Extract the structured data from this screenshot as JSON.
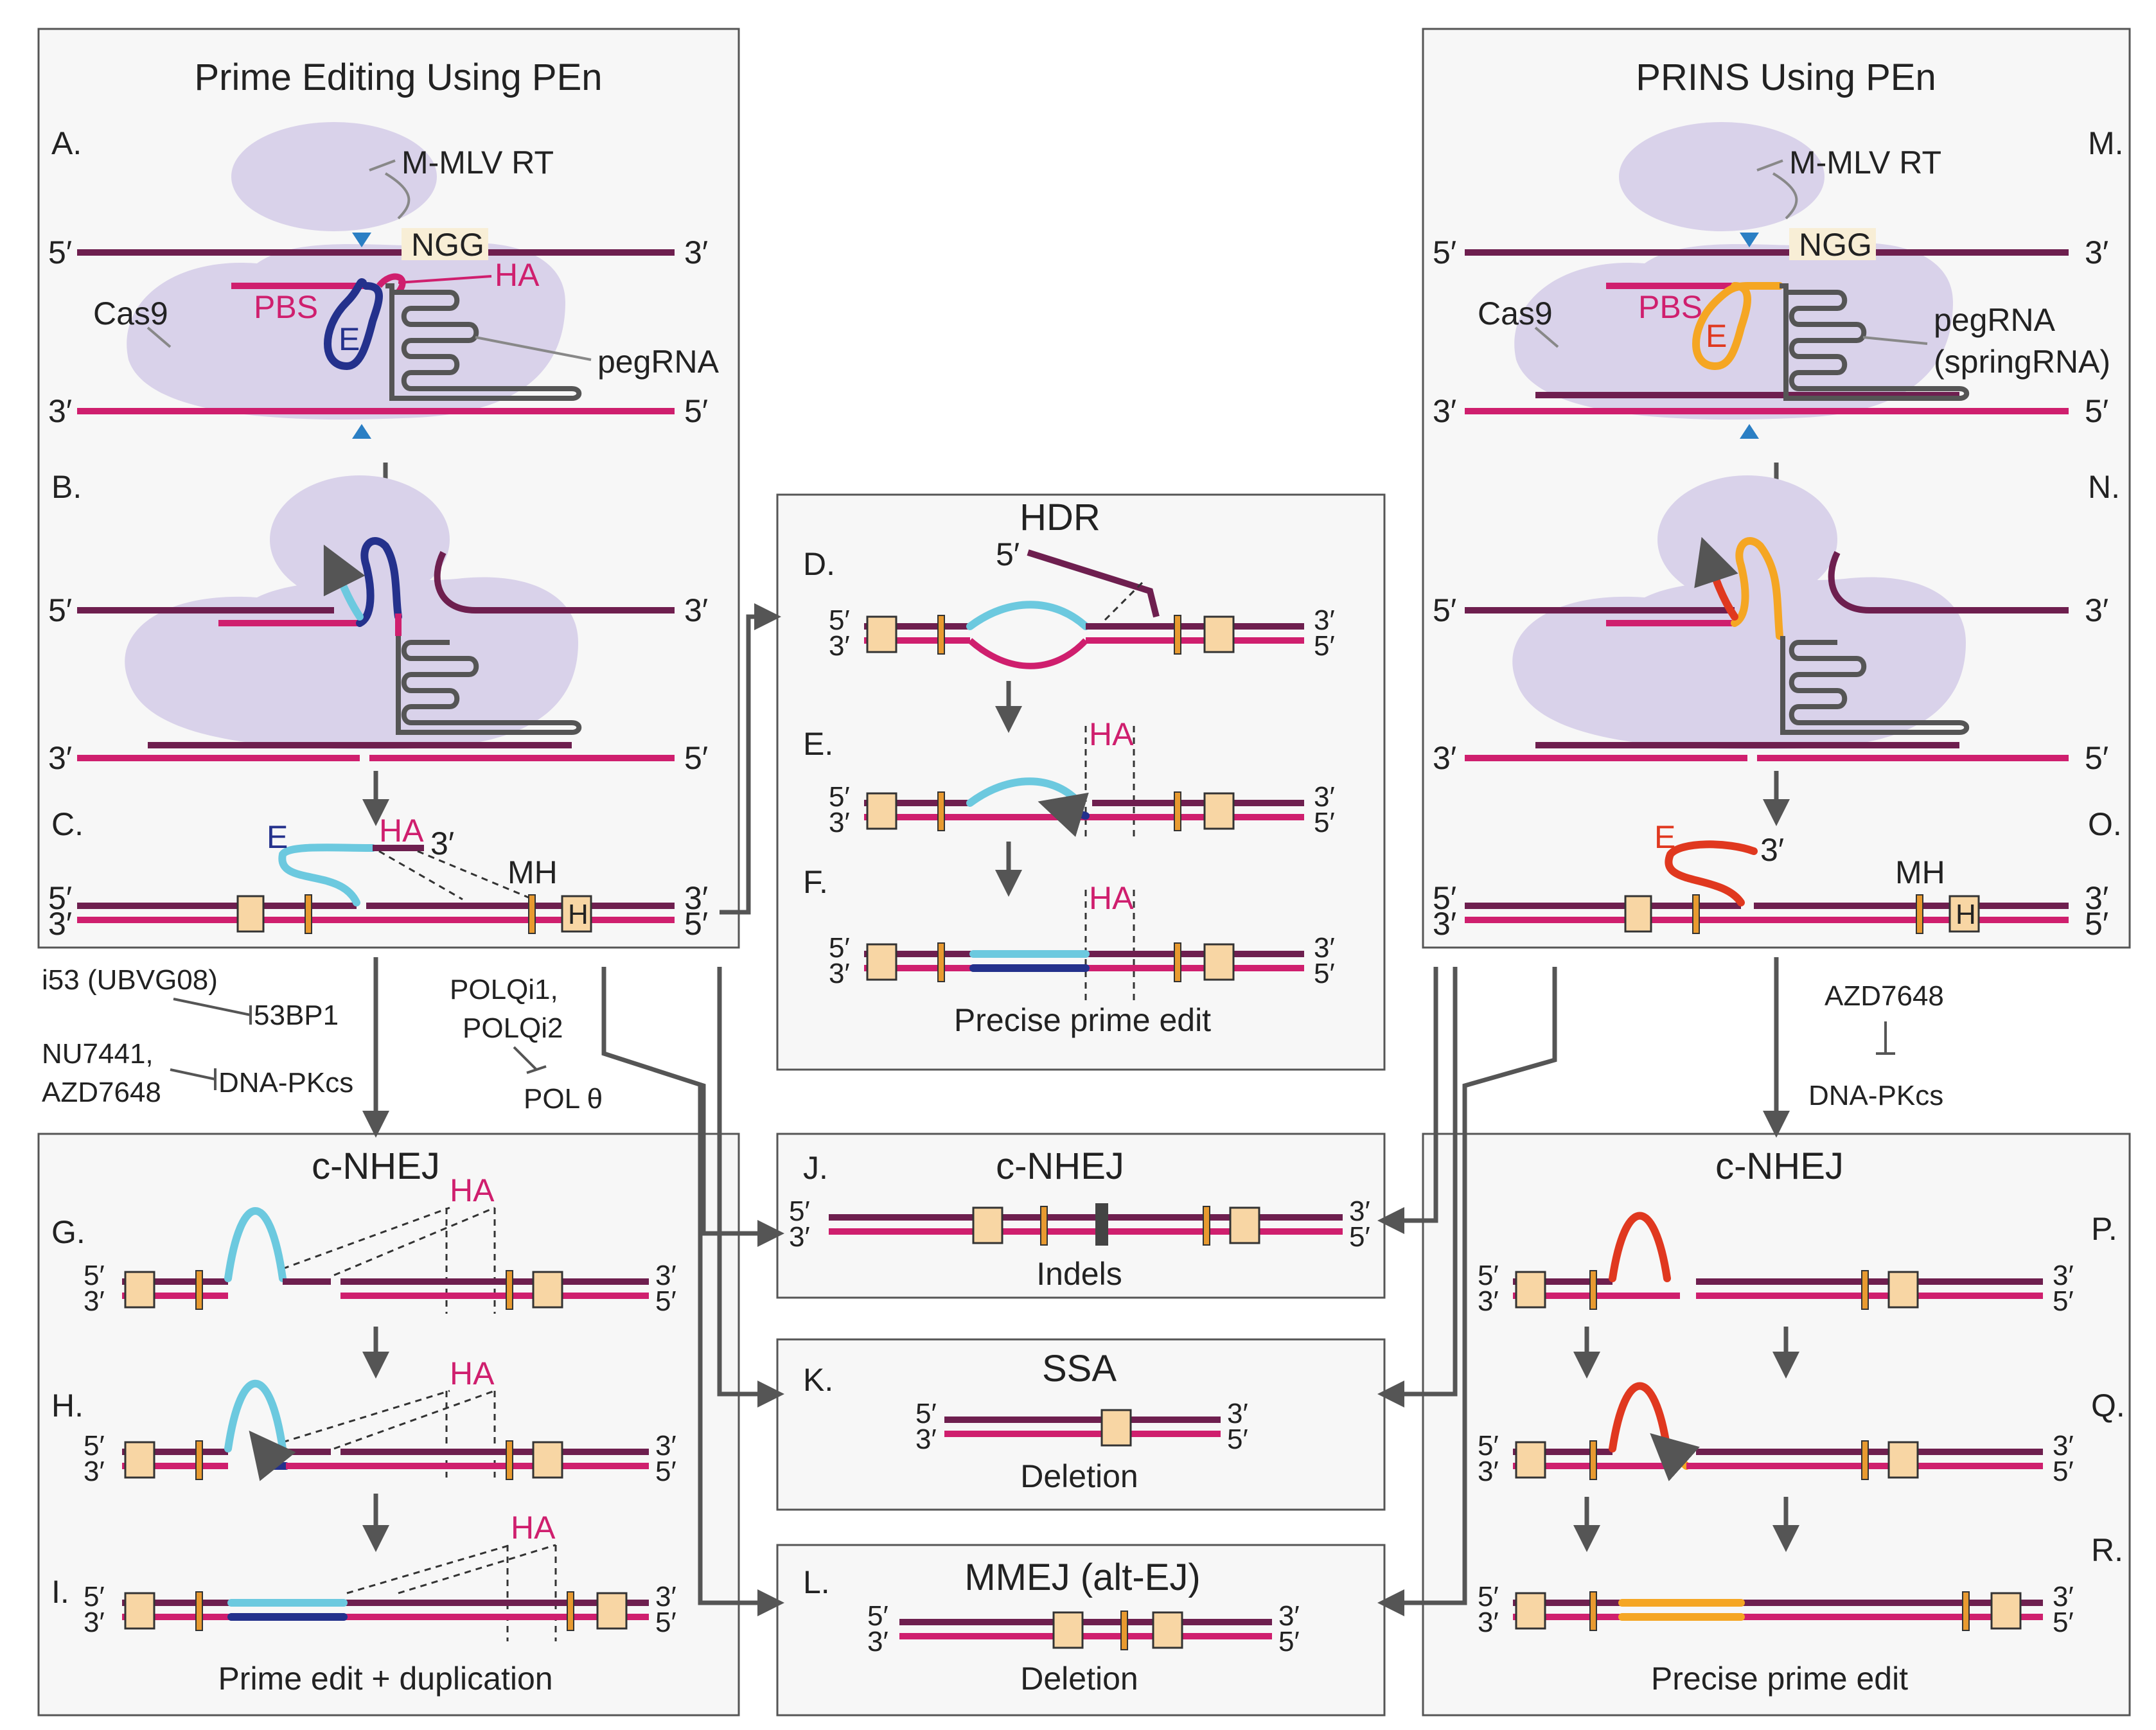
{
  "left_title": "Prime Editing Using PEn",
  "right_title": "PRINS Using PEn",
  "labels": {
    "A": "A.",
    "B": "B.",
    "C": "C.",
    "D": "D.",
    "E": "E.",
    "F": "F.",
    "G": "G.",
    "H": "H.",
    "I": "I.",
    "J": "J.",
    "K": "K.",
    "L": "L.",
    "M": "M.",
    "N": "N.",
    "O": "O.",
    "P": "P.",
    "Q": "Q.",
    "R": "R."
  },
  "rt": "M-MLV RT",
  "ngg": "NGG",
  "cas9": "Cas9",
  "pbs": "PBS",
  "ha": "HA",
  "e": "E",
  "pegrna": "pegRNA",
  "springrna": "(springRNA)",
  "mh": "MH",
  "h": "H",
  "p5": "5′",
  "p3": "3′",
  "hdr": "HDR",
  "precise": "Precise prime edit",
  "cnhej": "c-NHEJ",
  "indels": "Indels",
  "ssa": "SSA",
  "deletion": "Deletion",
  "mmej": "MMEJ (alt-EJ)",
  "dup": "Prime edit + duplication",
  "inhib": {
    "i53": "i53 (UBVG08)",
    "bp53": "53BP1",
    "nu": "NU7441,",
    "azd": "AZD7648",
    "dnapk": "DNA-PKcs",
    "polqi1": "POLQi1,",
    "polqi2": "POLQi2",
    "polt": "POL θ"
  },
  "colors": {
    "plum": "#6e1f4f",
    "magenta": "#cf1f6e",
    "cyan": "#6cc9df",
    "navy": "#24318c",
    "orange": "#f5a623",
    "red": "#e0381f",
    "protein": "#d9d2ea",
    "box": "#f8d6a4"
  }
}
